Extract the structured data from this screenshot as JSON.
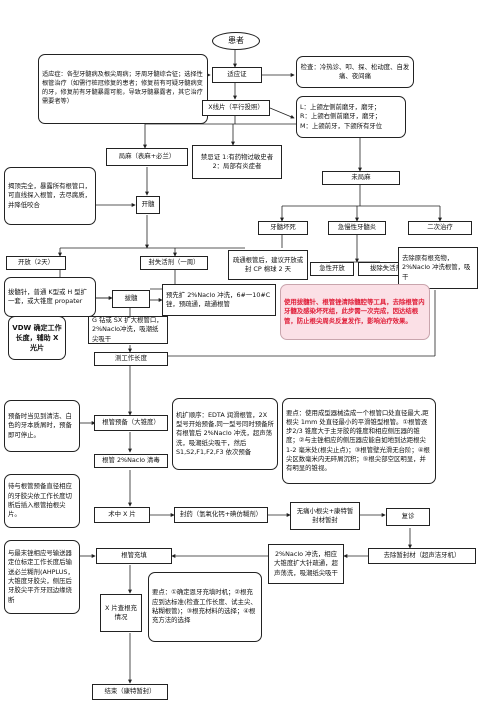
{
  "nodes": {
    "start": "患者",
    "indication_note": "适应症：各型牙髓病及根尖周病；牙周牙髓综合征；选择性根管治疗（如需行桩冠修复的患者；修复前有可疑牙髓病变的牙，修复前有牙髓暴露可能，导致牙髓暴露者，其它治疗需要者等）",
    "indication": "适应证",
    "exam": "检查：冷热诊、叩、探、松动度、自发痛、夜间痛",
    "xray": "X线片（平行投照）",
    "tooth_parts": "L：上颌左侧前磨牙，磨牙；\nR：上颌右侧前磨牙，磨牙；\nM：上颌前牙，下颌所有牙位",
    "local_anesthesia": "局麻（表麻+必兰）",
    "contraindication": "禁忌证 1:有药物过敏史者\n2：局部有炎症者",
    "rubber_dam_note": "揭顶完全，暴露所有根管口，可直线探入根管，去尽腐质，并降低咬合",
    "pulp_open": "开髓",
    "not_anesthetized": "未局麻",
    "pulp_necrosis": "牙髓坏死",
    "acute_pulpitis": "急慢性牙髓炎",
    "secondary_treatment": "二次治疗",
    "open_drain": "开放（2天）",
    "seal_medicate": "封失活剂（一周）",
    "sealed_canal": "疏通根管后，建议开放或封 CP 棉球 2 天",
    "emergency_open": "急性开放",
    "remove_devital": "拔除失活剂",
    "remove_filling": "去除原有根充物，2%Naclo 冲洗根管，吸干",
    "pulp_extract_note": "拔髓针，普通 K型或 H 型扩一套，或大锥度 propater",
    "pulp_extract": "拔髓",
    "pre_access": "预先扩 2%Naclo 冲洗，6#一10#C 锉，预疏通，疏通根管",
    "working_length_note": "VDW 确定工作长度，辅助 X 光片",
    "g_drill": "G 钻或 SX 扩大根管口，2%Naclo冲洗，吸潮纸尖吸干",
    "warning": "使用拔髓针、根管锉清除髓腔等工具，去除根管内牙髓及感染坏死组，此步需一次完成，因达结根管，防止根尖周炎反复发作，影响治疗效果。",
    "measure_length": "测工作长度",
    "prep_note_left": "预备时当见到清洁、白色的牙本质屑时，预备即可停止。",
    "canal_prep": "根管预备（大锥度）",
    "tool_steps": "机扩顺序：EDTA 润滑根管，2X 型号开始预备,同一型号同时预备所有根管后 2%Naclo 冲洗，超声荡洗，吸潮纸尖吸干，然后 S1,S2,F1,F2,F3 依次预备",
    "key_points_1": "要点：使用成型器械造成一个根管口处直径最大,距根尖 1mm 处直径最小的平滑锥型根管。①根管逐步2/3 锥度大于主牙胶的锥度和相应侧压器的锥度；②与主锉相应的侧压器应能自如地到达距根尖 1-2 毫米处(根尖止点)；③根管壁光滑无台阶；④根尖区数毫米内无碎屑沉积；⑤根尖部空区明显，并有明显的锥视。",
    "irrigate": "根管 2%Naclo 清毒",
    "master_cone_note": "待与根管预备直径相应的牙胶尖依工作长度切断后插入根管拍根尖片。",
    "mid_xray": "术中 X 片",
    "seal": "封药（氢氧化钙+碘仿糊剂）",
    "no_symptom": "无痛小根尖+康特暂封材暂封",
    "review": "复诊",
    "length_note": "与最末锉相应号输送器定位标定工作长度后输送必兰糊剂(AHPLUS，大锥度牙胶尖，侧压后牙胶尖平齐牙冠边缘烧断",
    "canal_fill": "根管充填",
    "remove_temp": "去除暂封材（超声洁牙机）",
    "final_rinse": "2%Naclo 冲洗，相应大锥度扩大针疏通，超声荡洗，吸潮纸尖吸干",
    "xray_check": "X 片查根充情况",
    "fill_points": "要点：①确定恩牙充填时机；②根充应到达标准(检查工作长度、试主尖、粘糊根管)；③根充材料的选择；④根充方法的选择",
    "end": "结束（康特暂封）"
  }
}
